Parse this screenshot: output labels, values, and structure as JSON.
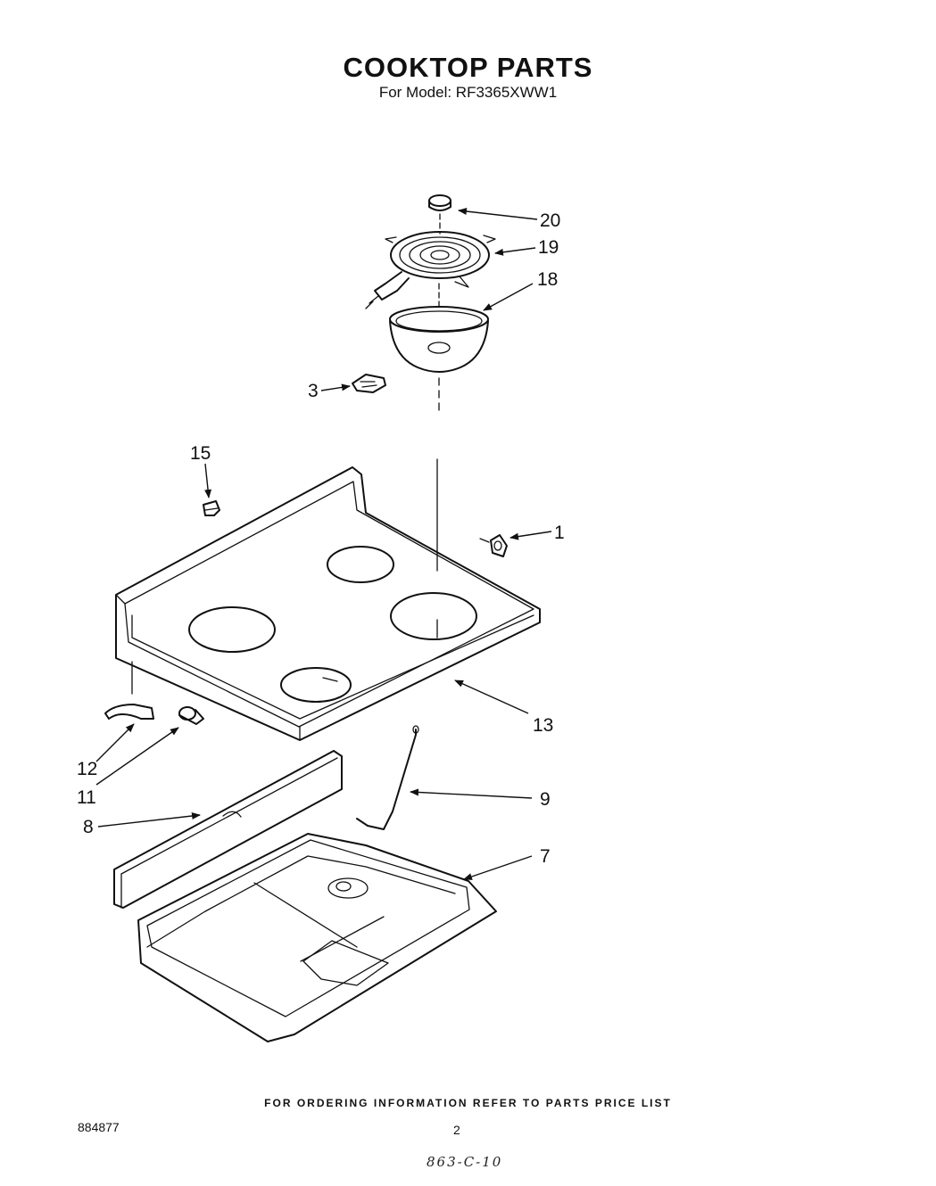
{
  "header": {
    "title": "COOKTOP PARTS",
    "model_line": "For Model: RF3365XWW1"
  },
  "callouts": {
    "c20": "20",
    "c19": "19",
    "c18": "18",
    "c3": "3",
    "c15": "15",
    "c1": "1",
    "c13": "13",
    "c12": "12",
    "c11": "11",
    "c9": "9",
    "c8": "8",
    "c7": "7"
  },
  "footer": {
    "ordering_note": "FOR ORDERING INFORMATION REFER TO PARTS PRICE LIST",
    "doc_number": "884877",
    "page_number": "2",
    "handwritten_code": "863-C-10"
  }
}
